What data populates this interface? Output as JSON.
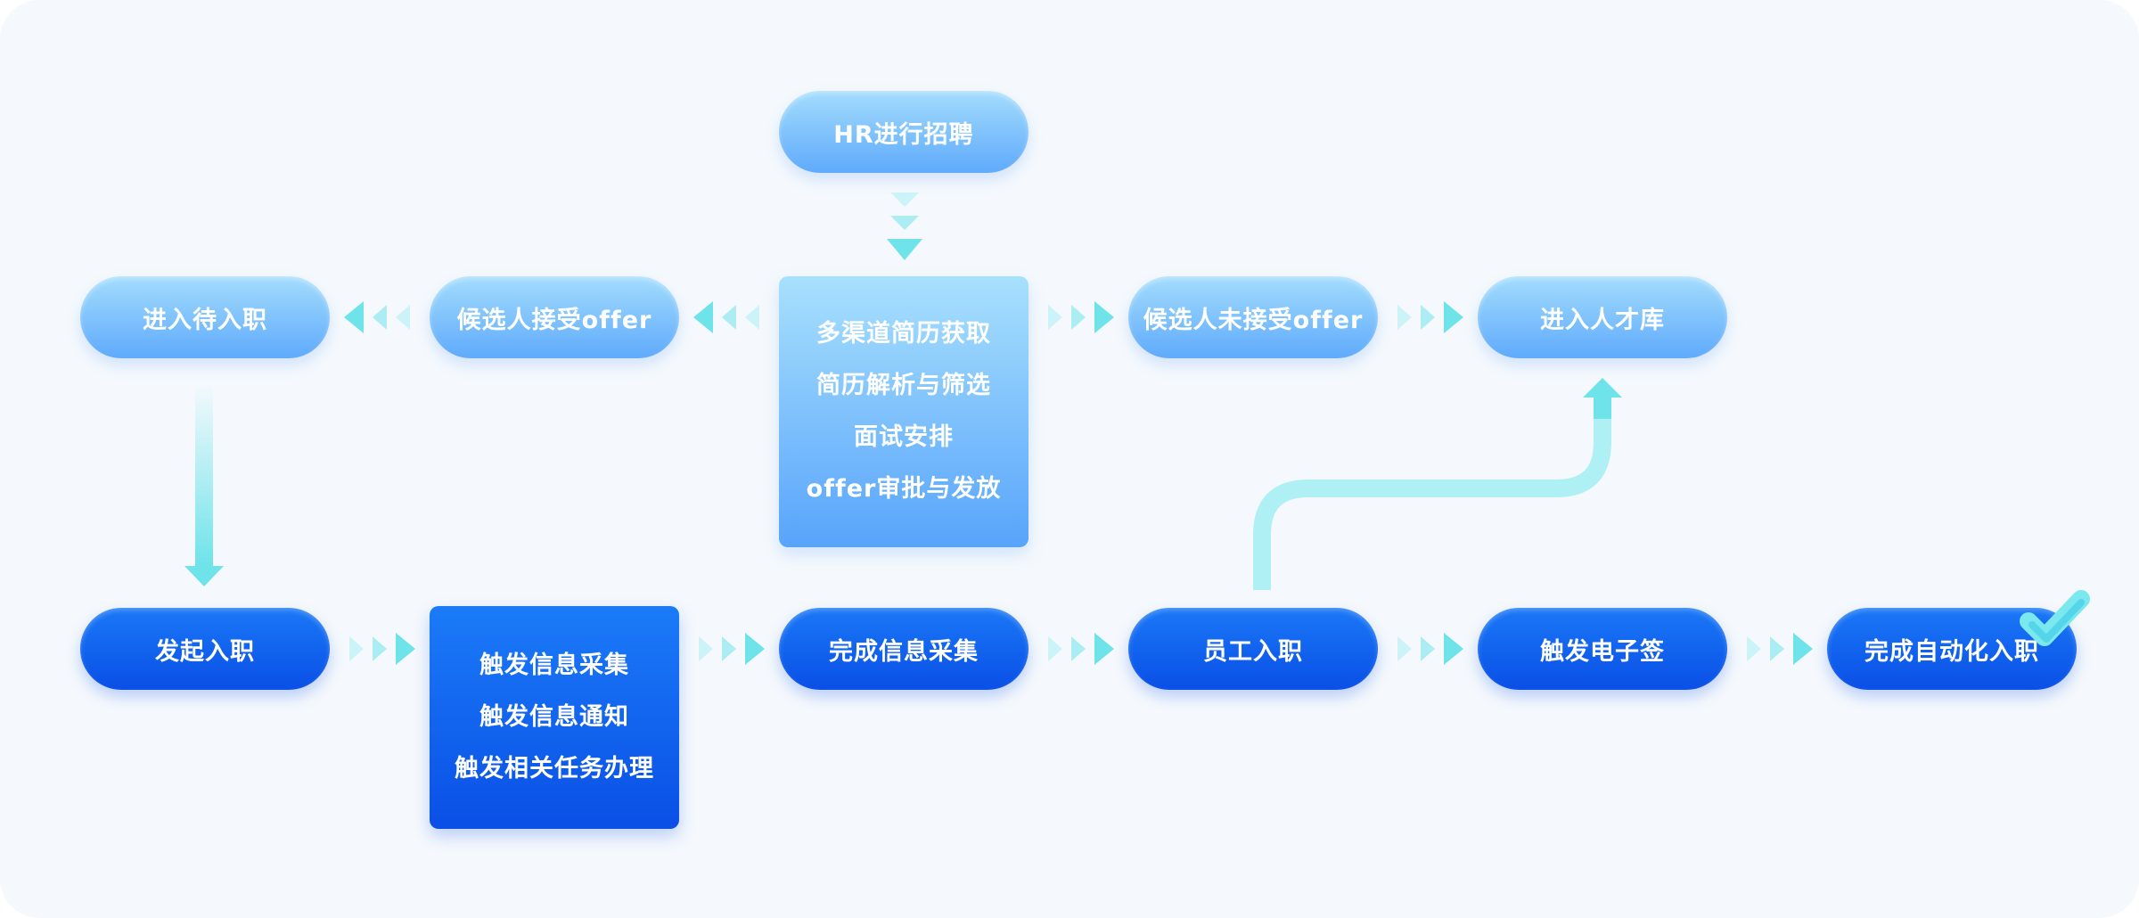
{
  "nodes": {
    "hr_recruit": "HR进行招聘",
    "recruit_steps": [
      "多渠道简历获取",
      "简历解析与筛选",
      "面试安排",
      "offer审批与发放"
    ],
    "accept_offer": "候选人接受offer",
    "pending_entry": "进入待入职",
    "decline_offer": "候选人未接受offer",
    "talent_pool": "进入人才库",
    "start_onboarding": "发起入职",
    "trigger_steps": [
      "触发信息采集",
      "触发信息通知",
      "触发相关任务办理"
    ],
    "info_collected": "完成信息采集",
    "employee_onboard": "员工入职",
    "e_sign": "触发电子签",
    "auto_onboard_done": "完成自动化入职"
  },
  "colors": {
    "light_top": "#a3dcfd",
    "light_bottom": "#5faafb",
    "dark_top": "#1a78f7",
    "dark_bottom": "#0a4fe6",
    "connector": "#6ee3ea",
    "background": "#f5f9fd"
  },
  "icons": {
    "connector": "triple-chevron-arrow",
    "completion": "checkmark-icon"
  }
}
